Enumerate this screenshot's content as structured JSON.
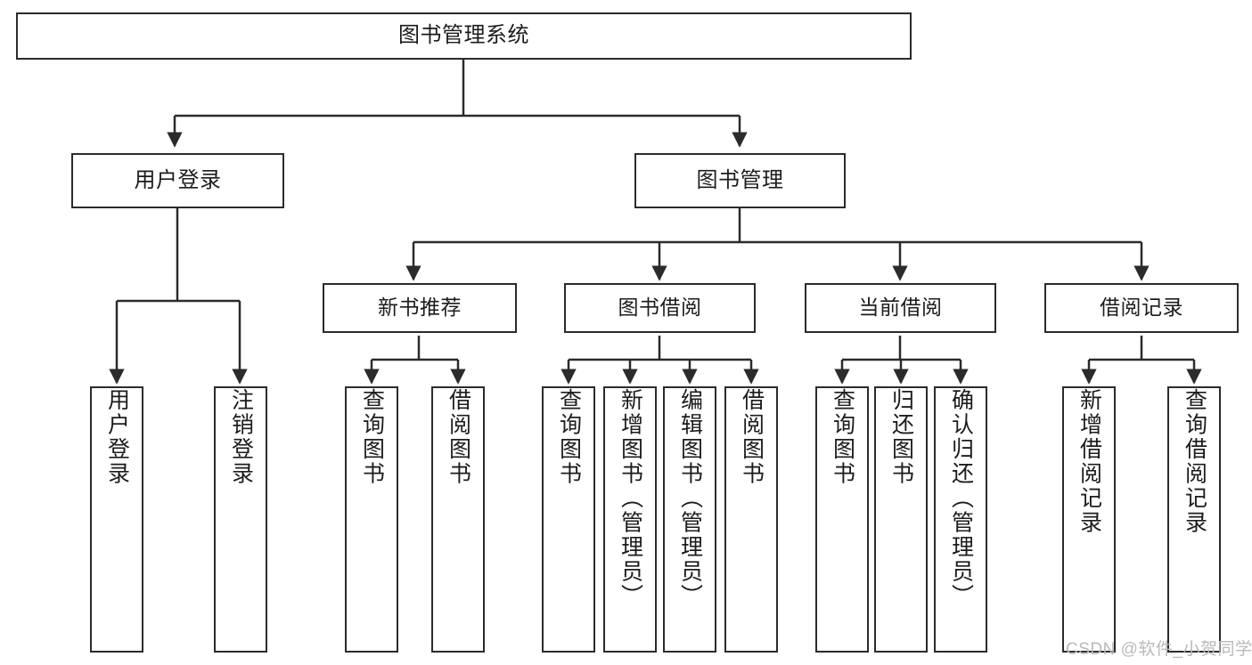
{
  "diagram": {
    "title": "图书管理系统",
    "type": "tree-hierarchy",
    "root": {
      "label": "图书管理系统"
    },
    "level1": [
      {
        "label": "用户登录"
      },
      {
        "label": "图书管理"
      }
    ],
    "level2": [
      {
        "label": "新书推荐"
      },
      {
        "label": "图书借阅"
      },
      {
        "label": "当前借阅"
      },
      {
        "label": "借阅记录"
      }
    ],
    "leaves": {
      "user_login": [
        {
          "label": "用户登录"
        },
        {
          "label": "注销登录"
        }
      ],
      "new_book_recommend": [
        {
          "label": "查询图书"
        },
        {
          "label": "借阅图书"
        }
      ],
      "book_borrow": [
        {
          "label": "查询图书"
        },
        {
          "label": "新增图书（管理员）"
        },
        {
          "label": "编辑图书（管理员）"
        },
        {
          "label": "借阅图书"
        }
      ],
      "current_borrow": [
        {
          "label": "查询图书"
        },
        {
          "label": "归还图书"
        },
        {
          "label": "确认归还（管理员）"
        }
      ],
      "borrow_records": [
        {
          "label": "新增借阅记录"
        },
        {
          "label": "查询借阅记录"
        }
      ]
    }
  },
  "watermark": {
    "text": "CSDN @软件_小贺同学"
  },
  "colors": {
    "border": "#2b2b2b",
    "background": "#ffffff",
    "text": "#1c1c1c",
    "watermark": "#b9b9b9"
  }
}
